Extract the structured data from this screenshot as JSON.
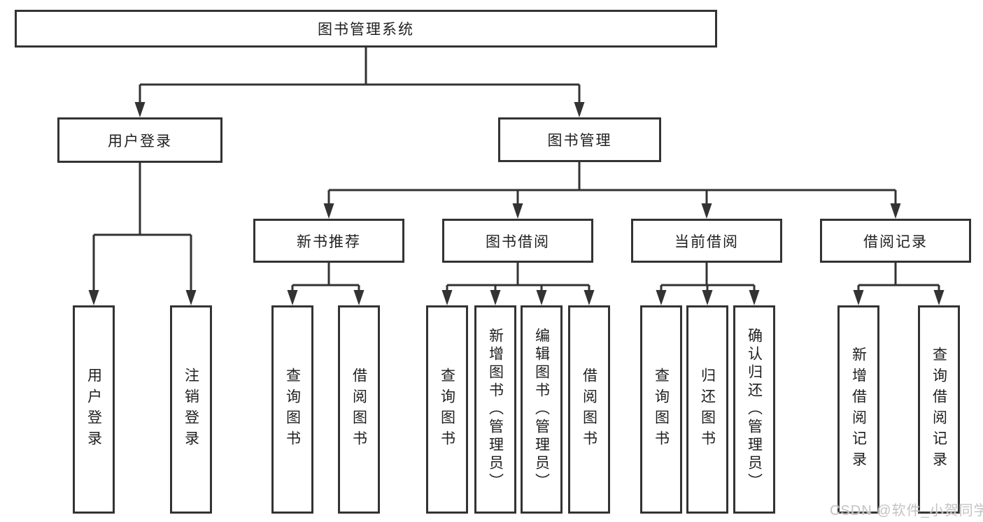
{
  "diagram": {
    "type": "tree",
    "root": {
      "label": "图书管理系统"
    },
    "level2": [
      {
        "id": "user-login",
        "label": "用户登录"
      },
      {
        "id": "book-management",
        "label": "图书管理"
      }
    ],
    "level3": [
      {
        "id": "new-book-recommend",
        "label": "新书推荐",
        "parent": "图书管理"
      },
      {
        "id": "book-borrow",
        "label": "图书借阅",
        "parent": "图书管理"
      },
      {
        "id": "current-borrow",
        "label": "当前借阅",
        "parent": "图书管理"
      },
      {
        "id": "borrow-records",
        "label": "借阅记录",
        "parent": "图书管理"
      }
    ],
    "leaves": [
      {
        "label": "用户登录",
        "parent": "用户登录"
      },
      {
        "label": "注销登录",
        "parent": "用户登录"
      },
      {
        "label": "查询图书",
        "parent": "新书推荐"
      },
      {
        "label": "借阅图书",
        "parent": "新书推荐"
      },
      {
        "label": "查询图书",
        "parent": "图书借阅"
      },
      {
        "label": "新增图书（管理员）",
        "parent": "图书借阅"
      },
      {
        "label": "编辑图书（管理员）",
        "parent": "图书借阅"
      },
      {
        "label": "借阅图书",
        "parent": "图书借阅"
      },
      {
        "label": "查询图书",
        "parent": "当前借阅"
      },
      {
        "label": "归还图书",
        "parent": "当前借阅"
      },
      {
        "label": "确认归还（管理员）",
        "parent": "当前借阅"
      },
      {
        "label": "新增借阅记录",
        "parent": "借阅记录"
      },
      {
        "label": "查询借阅记录",
        "parent": "借阅记录"
      }
    ],
    "watermark": "CSDN @软件_小贺同学",
    "colors": {
      "line": "#333333",
      "text": "#1f1f1f",
      "watermark": "#c3c3c3",
      "background": "#ffffff"
    }
  }
}
